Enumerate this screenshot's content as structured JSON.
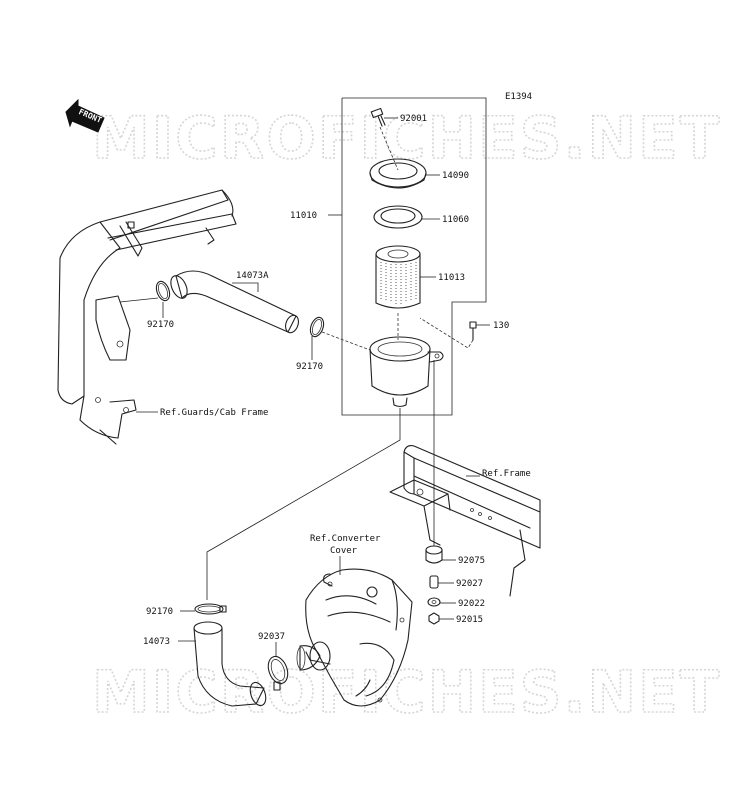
{
  "diagram": {
    "code": "E1394",
    "front_arrow_text": "FRONT",
    "watermark_top": "MICROFICHES.NET",
    "watermark_bottom": "MICROFICHES.NET",
    "labels": {
      "p92001": "92001",
      "p14090": "14090",
      "p11010": "11010",
      "p11060": "11060",
      "p11013": "11013",
      "p14073A": "14073A",
      "p130": "130",
      "p92170_top": "92170",
      "p92170_mid": "92170",
      "ref_guards": "Ref.Guards/Cab Frame",
      "ref_frame": "Ref.Frame",
      "ref_converter_1": "Ref.Converter",
      "ref_converter_2": "Cover",
      "p92075": "92075",
      "p92027": "92027",
      "p92022": "92022",
      "p92015": "92015",
      "p92170_low": "92170",
      "p14073": "14073",
      "p92037": "92037"
    }
  }
}
